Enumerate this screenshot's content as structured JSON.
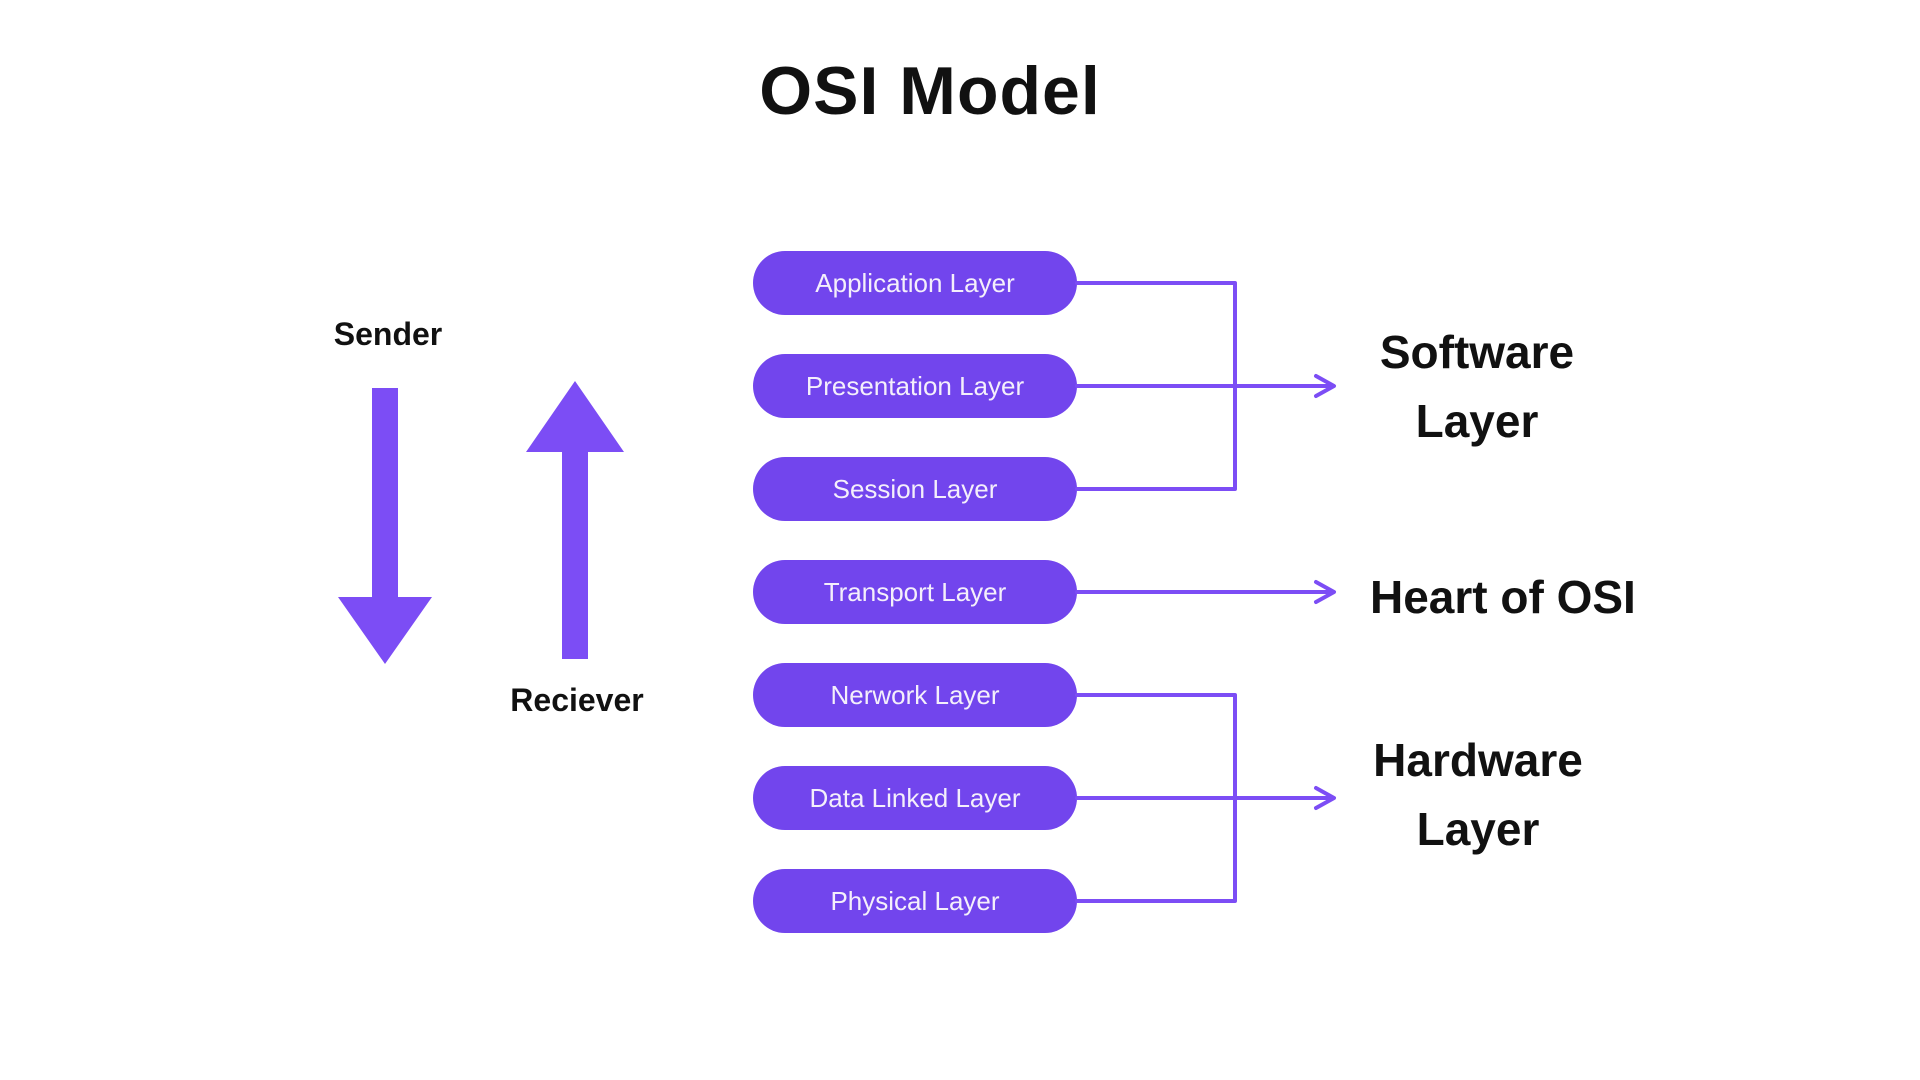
{
  "title": "OSI Model",
  "colors": {
    "background": "#FFFFFF",
    "pill": "#7245ED",
    "pill_text": "#F4EFFB",
    "arrow": "#7C4DF5",
    "text": "#111111"
  },
  "left_panel": {
    "sender_label": "Sender",
    "receiver_label": "Reciever",
    "sender_icon": "arrow-down-icon",
    "receiver_icon": "arrow-up-icon"
  },
  "layers": [
    {
      "label": "Application Layer"
    },
    {
      "label": "Presentation Layer"
    },
    {
      "label": "Session Layer"
    },
    {
      "label": "Transport Layer"
    },
    {
      "label": "Nerwork Layer"
    },
    {
      "label": "Data Linked Layer"
    },
    {
      "label": "Physical Layer"
    }
  ],
  "groups": [
    {
      "label": "Software Layer",
      "pointer_icon": "arrow-right-icon",
      "layers": [
        "Application Layer",
        "Presentation Layer",
        "Session Layer"
      ]
    },
    {
      "label": "Heart of OSI",
      "pointer_icon": "arrow-right-icon",
      "layers": [
        "Transport Layer"
      ]
    },
    {
      "label": "Hardware Layer",
      "pointer_icon": "arrow-right-icon",
      "layers": [
        "Nerwork Layer",
        "Data Linked Layer",
        "Physical Layer"
      ]
    }
  ]
}
